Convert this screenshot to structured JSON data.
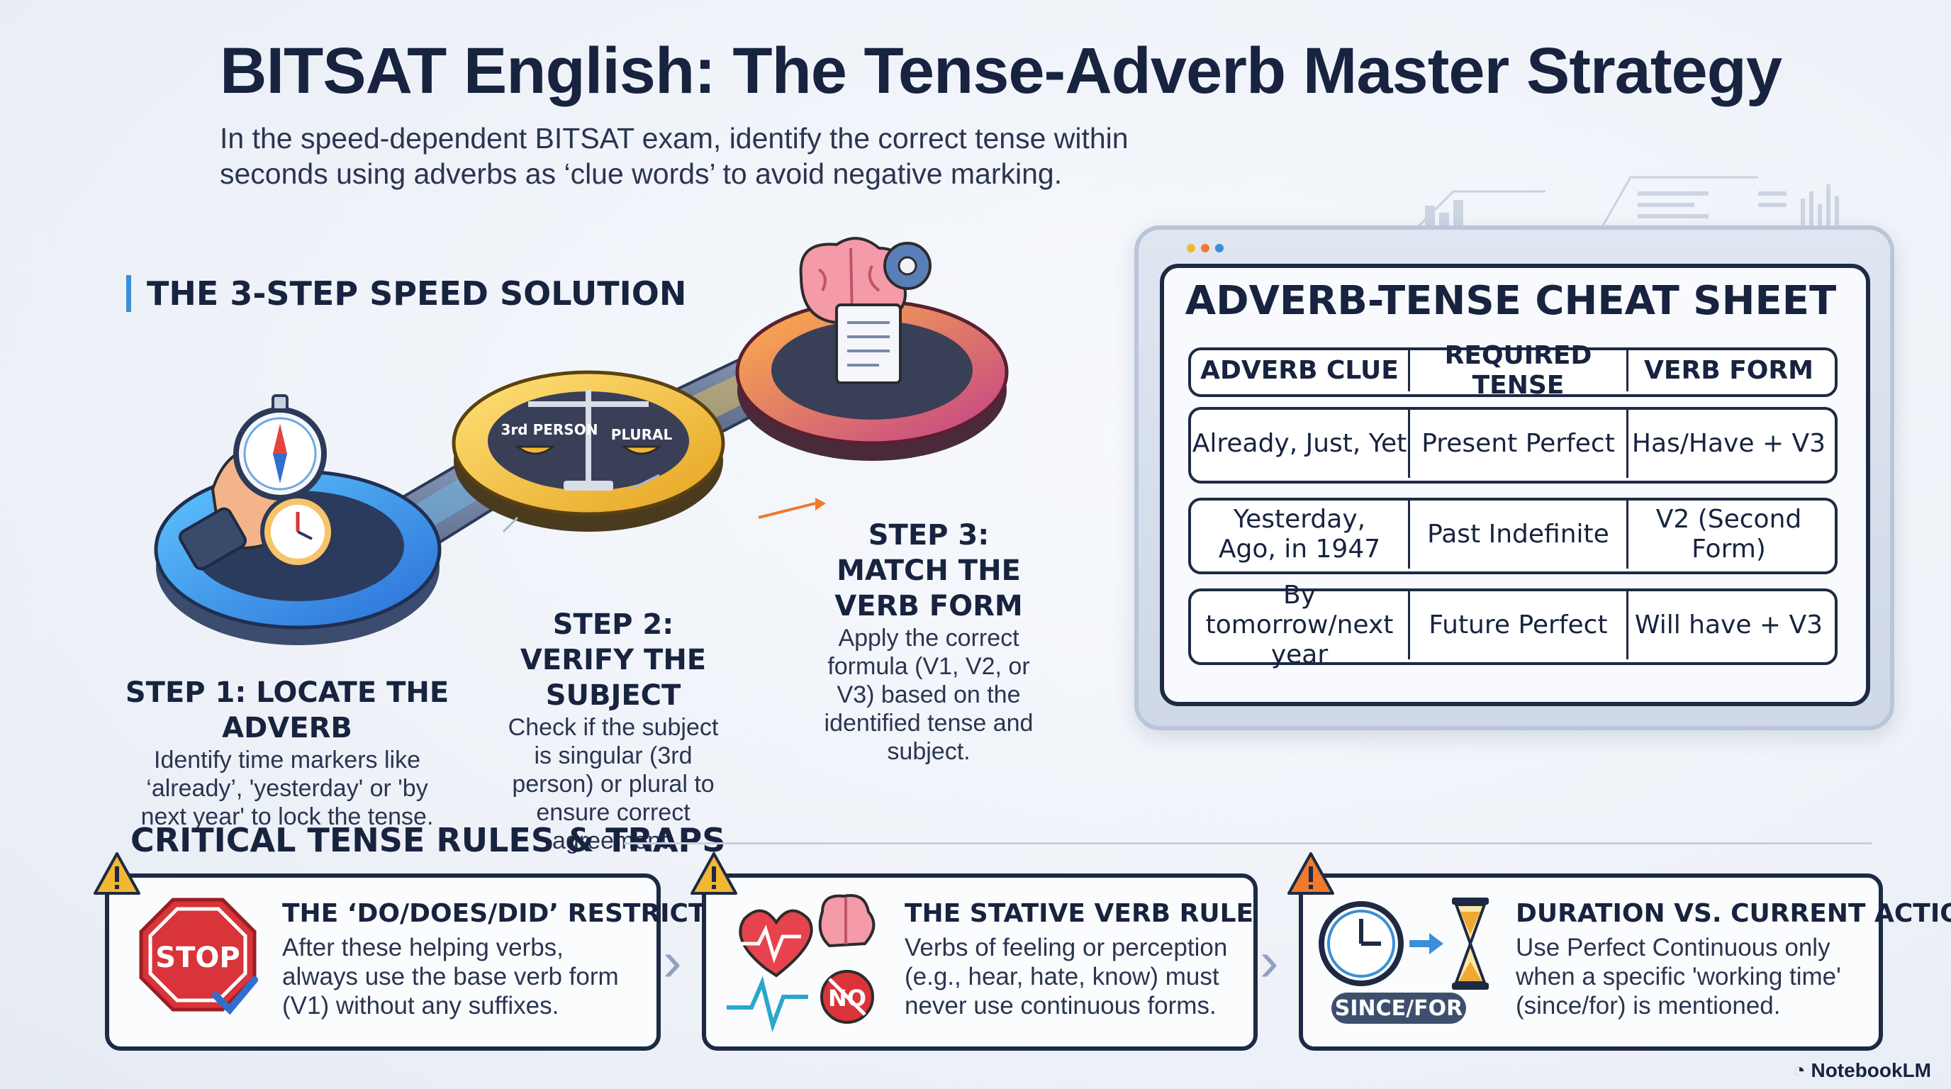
{
  "title": "BITSAT English: The Tense-Adverb Master Strategy",
  "subtitle": "In the speed-dependent BITSAT exam, identify the correct tense within seconds using adverbs as ‘clue words’ to avoid negative marking.",
  "steps_section": {
    "heading": "THE 3-STEP SPEED SOLUTION",
    "steps": [
      {
        "title": "STEP 1: LOCATE THE ADVERB",
        "desc": "Identify time markers like ‘already’, 'yesterday' or 'by next year' to lock the tense."
      },
      {
        "title": "STEP 2: VERIFY THE SUBJECT",
        "desc": "Check if the subject is singular (3rd person) or plural to ensure correct agreement."
      },
      {
        "title": "STEP 3: MATCH THE VERB FORM",
        "desc": "Apply the correct formula (V1, V2, or V3) based on the identified tense and subject."
      }
    ],
    "scale_labels": {
      "left": "3rd PERSON",
      "right": "PLURAL"
    }
  },
  "cheat_sheet": {
    "title": "ADVERB-TENSE CHEAT SHEET",
    "headers": [
      "ADVERB CLUE",
      "REQUIRED TENSE",
      "VERB FORM"
    ],
    "rows": [
      [
        "Already, Just, Yet",
        "Present Perfect",
        "Has/Have + V3"
      ],
      [
        "Yesterday, Ago, in 1947",
        "Past Indefinite",
        "V2 (Second Form)"
      ],
      [
        "By tomorrow/next year",
        "Future Perfect",
        "Will have + V3"
      ]
    ]
  },
  "rules_section": {
    "heading": "CRITICAL TENSE RULES & TRAPS",
    "rules": [
      {
        "title": "THE ‘DO/DOES/DID’ RESTRICTION",
        "desc": "After these helping verbs, always use the base verb form (V1) without any suffixes.",
        "icon_text": "STOP"
      },
      {
        "title": "THE STATIVE VERB RULE",
        "desc": "Verbs of feeling or perception (e.g., hear, hate, know) must never use continuous forms.",
        "icon_text": "NO"
      },
      {
        "title": "DURATION VS. CURRENT ACTION",
        "desc": "Use Perfect Continuous only when a specific 'working time' (since/for) is mentioned.",
        "icon_text": "SINCE/FOR"
      }
    ]
  },
  "brand": "NotebookLM",
  "colors": {
    "navy": "#1e2a44",
    "blue": "#3a8fd8",
    "gold": "#f2b733",
    "orange": "#f07a2e",
    "red": "#d8343a"
  }
}
